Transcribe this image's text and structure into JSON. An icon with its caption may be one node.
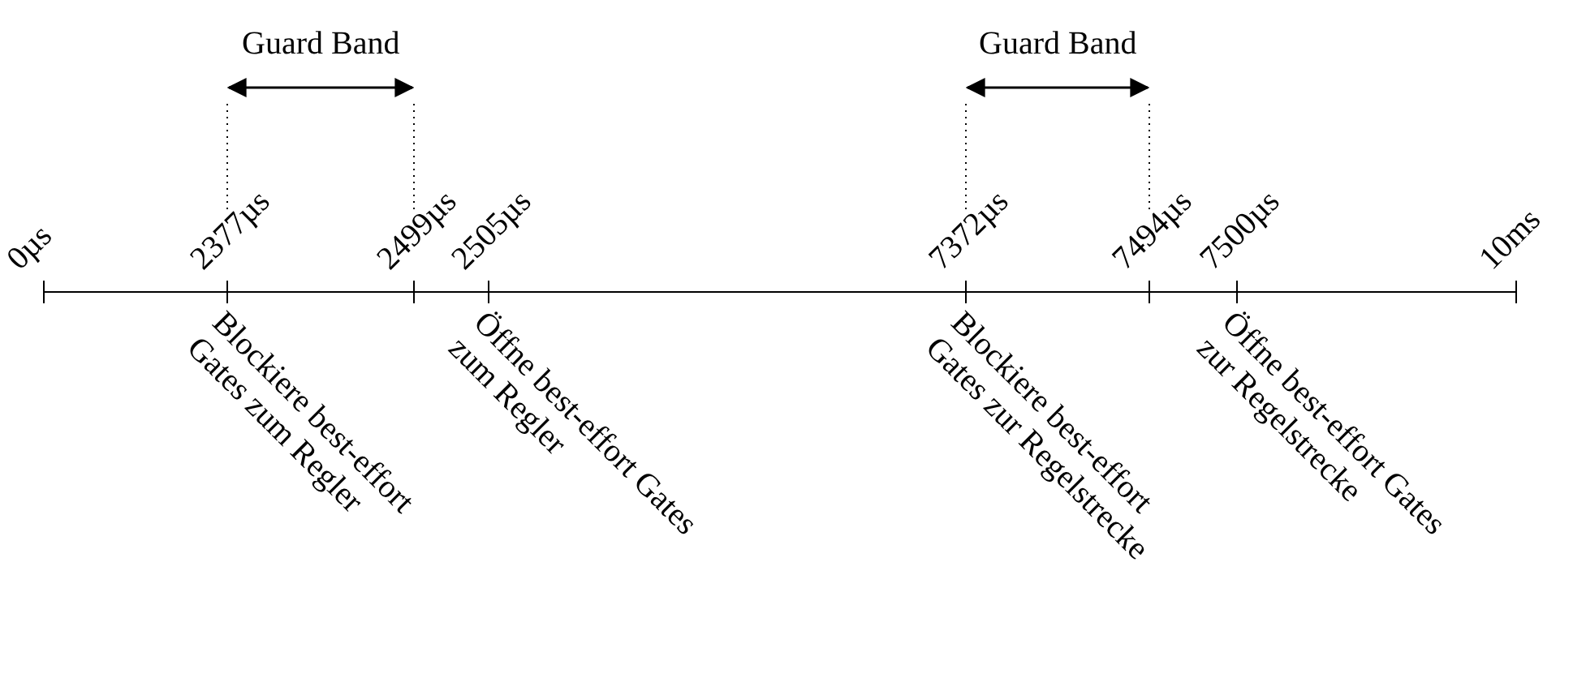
{
  "diagram": {
    "labels": [
      "Guard Band",
      "Guard Band",
      "0µs",
      "2377µs",
      "2499µs",
      "2505µs",
      "7372µs",
      "7494µs",
      "7500µs",
      "10ms",
      "Blockiere best-effort Gates zum Regler",
      "Öffne best-effort Gates zum Regler",
      "Blockiere best-effort Gates zur Regelstrecke",
      "Öffne best-effort Gates zur Regelstrecke"
    ]
  }
}
